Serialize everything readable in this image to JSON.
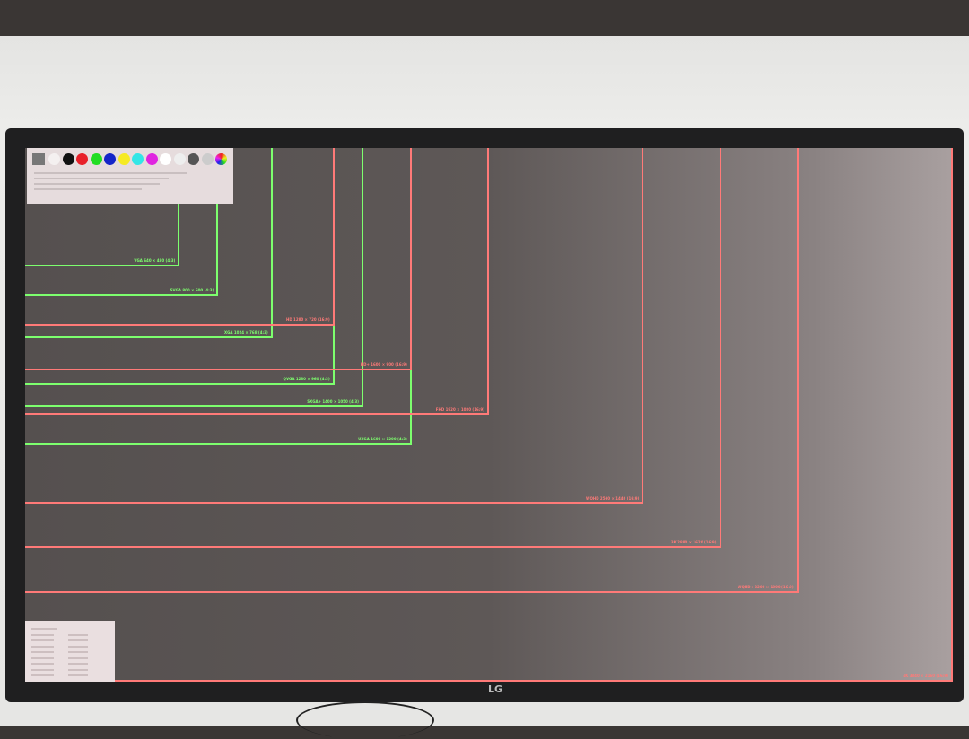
{
  "colors": {
    "green": "#7dff6e",
    "red": "#ff7a78"
  },
  "brand": "LG",
  "palette": [
    "#f4f0f0",
    "#111111",
    "#e8202a",
    "#22dd22",
    "#1525c8",
    "#f6ea22",
    "#33e6e6",
    "#e024e0",
    "#ffffff",
    "#eeeeee",
    "#555555",
    "#cccccc",
    "rainbow"
  ],
  "resolutions": [
    {
      "label": "4K 3840 × 2160 (16:9)",
      "w": 3840,
      "h": 2160,
      "color": "red"
    },
    {
      "label": "WQHD+ 3200 × 1800 (16:9)",
      "w": 3200,
      "h": 1800,
      "color": "red"
    },
    {
      "label": "3K 2880 × 1620 (16:9)",
      "w": 2880,
      "h": 1620,
      "color": "red"
    },
    {
      "label": "WQHD 2560 × 1440 (16:9)",
      "w": 2560,
      "h": 1440,
      "color": "red"
    },
    {
      "label": "UXGA 1600 × 1200 (4:3)",
      "w": 1600,
      "h": 1200,
      "color": "green"
    },
    {
      "label": "FHD 1920 × 1080 (16:9)",
      "w": 1920,
      "h": 1080,
      "color": "red"
    },
    {
      "label": "SXGA+ 1400 × 1050 (4:3)",
      "w": 1400,
      "h": 1050,
      "color": "green"
    },
    {
      "label": "QVGA 1280 × 960 (4:3)",
      "w": 1280,
      "h": 960,
      "color": "green"
    },
    {
      "label": "HD+ 1600 × 900 (16:9)",
      "w": 1600,
      "h": 900,
      "color": "red"
    },
    {
      "label": "XGA 1024 × 768 (4:3)",
      "w": 1024,
      "h": 768,
      "color": "green"
    },
    {
      "label": "HD 1280 × 720 (16:9)",
      "w": 1280,
      "h": 720,
      "color": "red"
    },
    {
      "label": "SVGA 800 × 600 (4:3)",
      "w": 800,
      "h": 600,
      "color": "green"
    },
    {
      "label": "VGA 640 × 480 (4:3)",
      "w": 640,
      "h": 480,
      "color": "green"
    }
  ]
}
